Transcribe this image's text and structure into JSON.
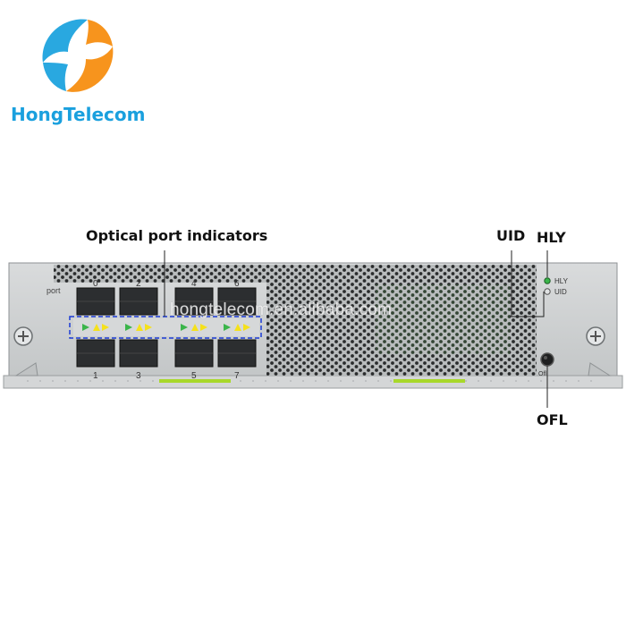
{
  "brand": {
    "name": "HongTelecom"
  },
  "callouts": {
    "optical": "Optical port indicators",
    "uid": "UID",
    "hly": "HLY",
    "ofl": "OFL"
  },
  "panel": {
    "port_label": "port",
    "ports_top": [
      "0",
      "2",
      "4",
      "6"
    ],
    "ports_bottom": [
      "1",
      "3",
      "5",
      "7"
    ],
    "led_hly": "HLY",
    "led_uid": "UID",
    "ofl_short": "Ofl"
  },
  "watermark": "hongtelecom.en.alibaba.com",
  "colors": {
    "brand_blue": "#1aa0de",
    "logo_orange": "#f7941d",
    "logo_blue": "#29a8e0",
    "led_green": "#3ab54a",
    "led_yellow": "#f5e11b",
    "handle_green": "#a8d82a",
    "callout_box": "#1b3bd6"
  }
}
